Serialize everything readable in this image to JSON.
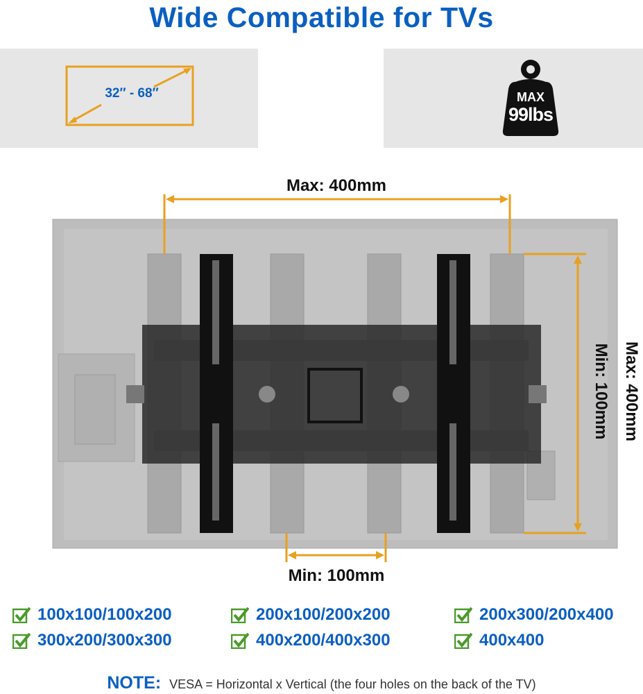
{
  "title": "Wide Compatible for TVs",
  "screen_size": "32″ - 68″",
  "weight": {
    "line1": "MAX",
    "line2": "99lbs"
  },
  "dimensions": {
    "max_horizontal": "Max: 400mm",
    "min_horizontal": "Min: 100mm",
    "max_vertical": "Max: 400mm",
    "min_vertical": "Min: 100mm"
  },
  "vesa_patterns": [
    "100x100/100x200",
    "200x100/200x200",
    "200x300/200x400",
    "300x200/300x300",
    "400x200/400x300",
    "400x400"
  ],
  "note": {
    "label": "NOTE:",
    "text": "VESA = Horizontal x Vertical (the four holes on the back of the TV)"
  },
  "colors": {
    "blue": "#0b5fc0",
    "orange": "#e8a020",
    "green": "#4a9a2a"
  }
}
